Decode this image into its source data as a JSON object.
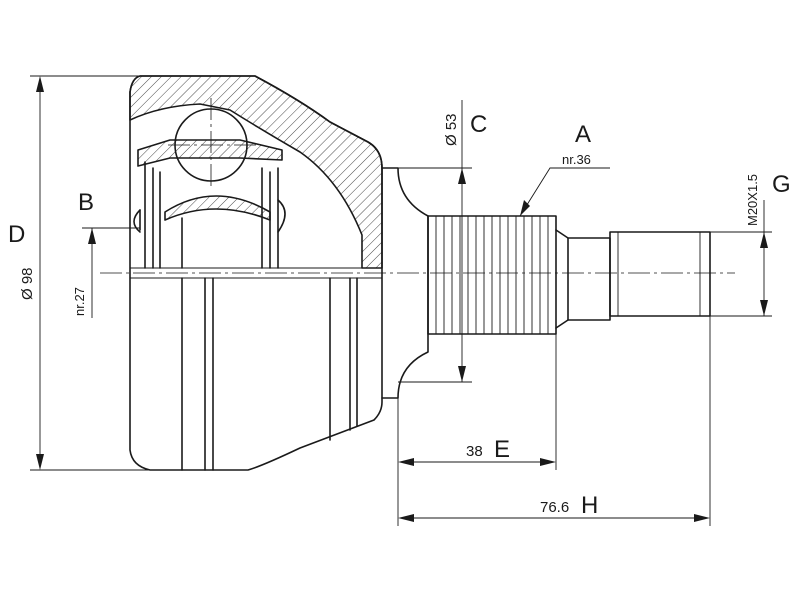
{
  "dimensions": {
    "A": {
      "letter": "A",
      "value": "nr.36"
    },
    "B": {
      "letter": "B",
      "value": "nr.27"
    },
    "C": {
      "letter": "C",
      "value": "Ø 53"
    },
    "D": {
      "letter": "D",
      "value": "Ø 98"
    },
    "E": {
      "letter": "E",
      "value": "38"
    },
    "G": {
      "letter": "G",
      "value": "M20X1.5"
    },
    "H": {
      "letter": "H",
      "value": "76.6"
    }
  }
}
